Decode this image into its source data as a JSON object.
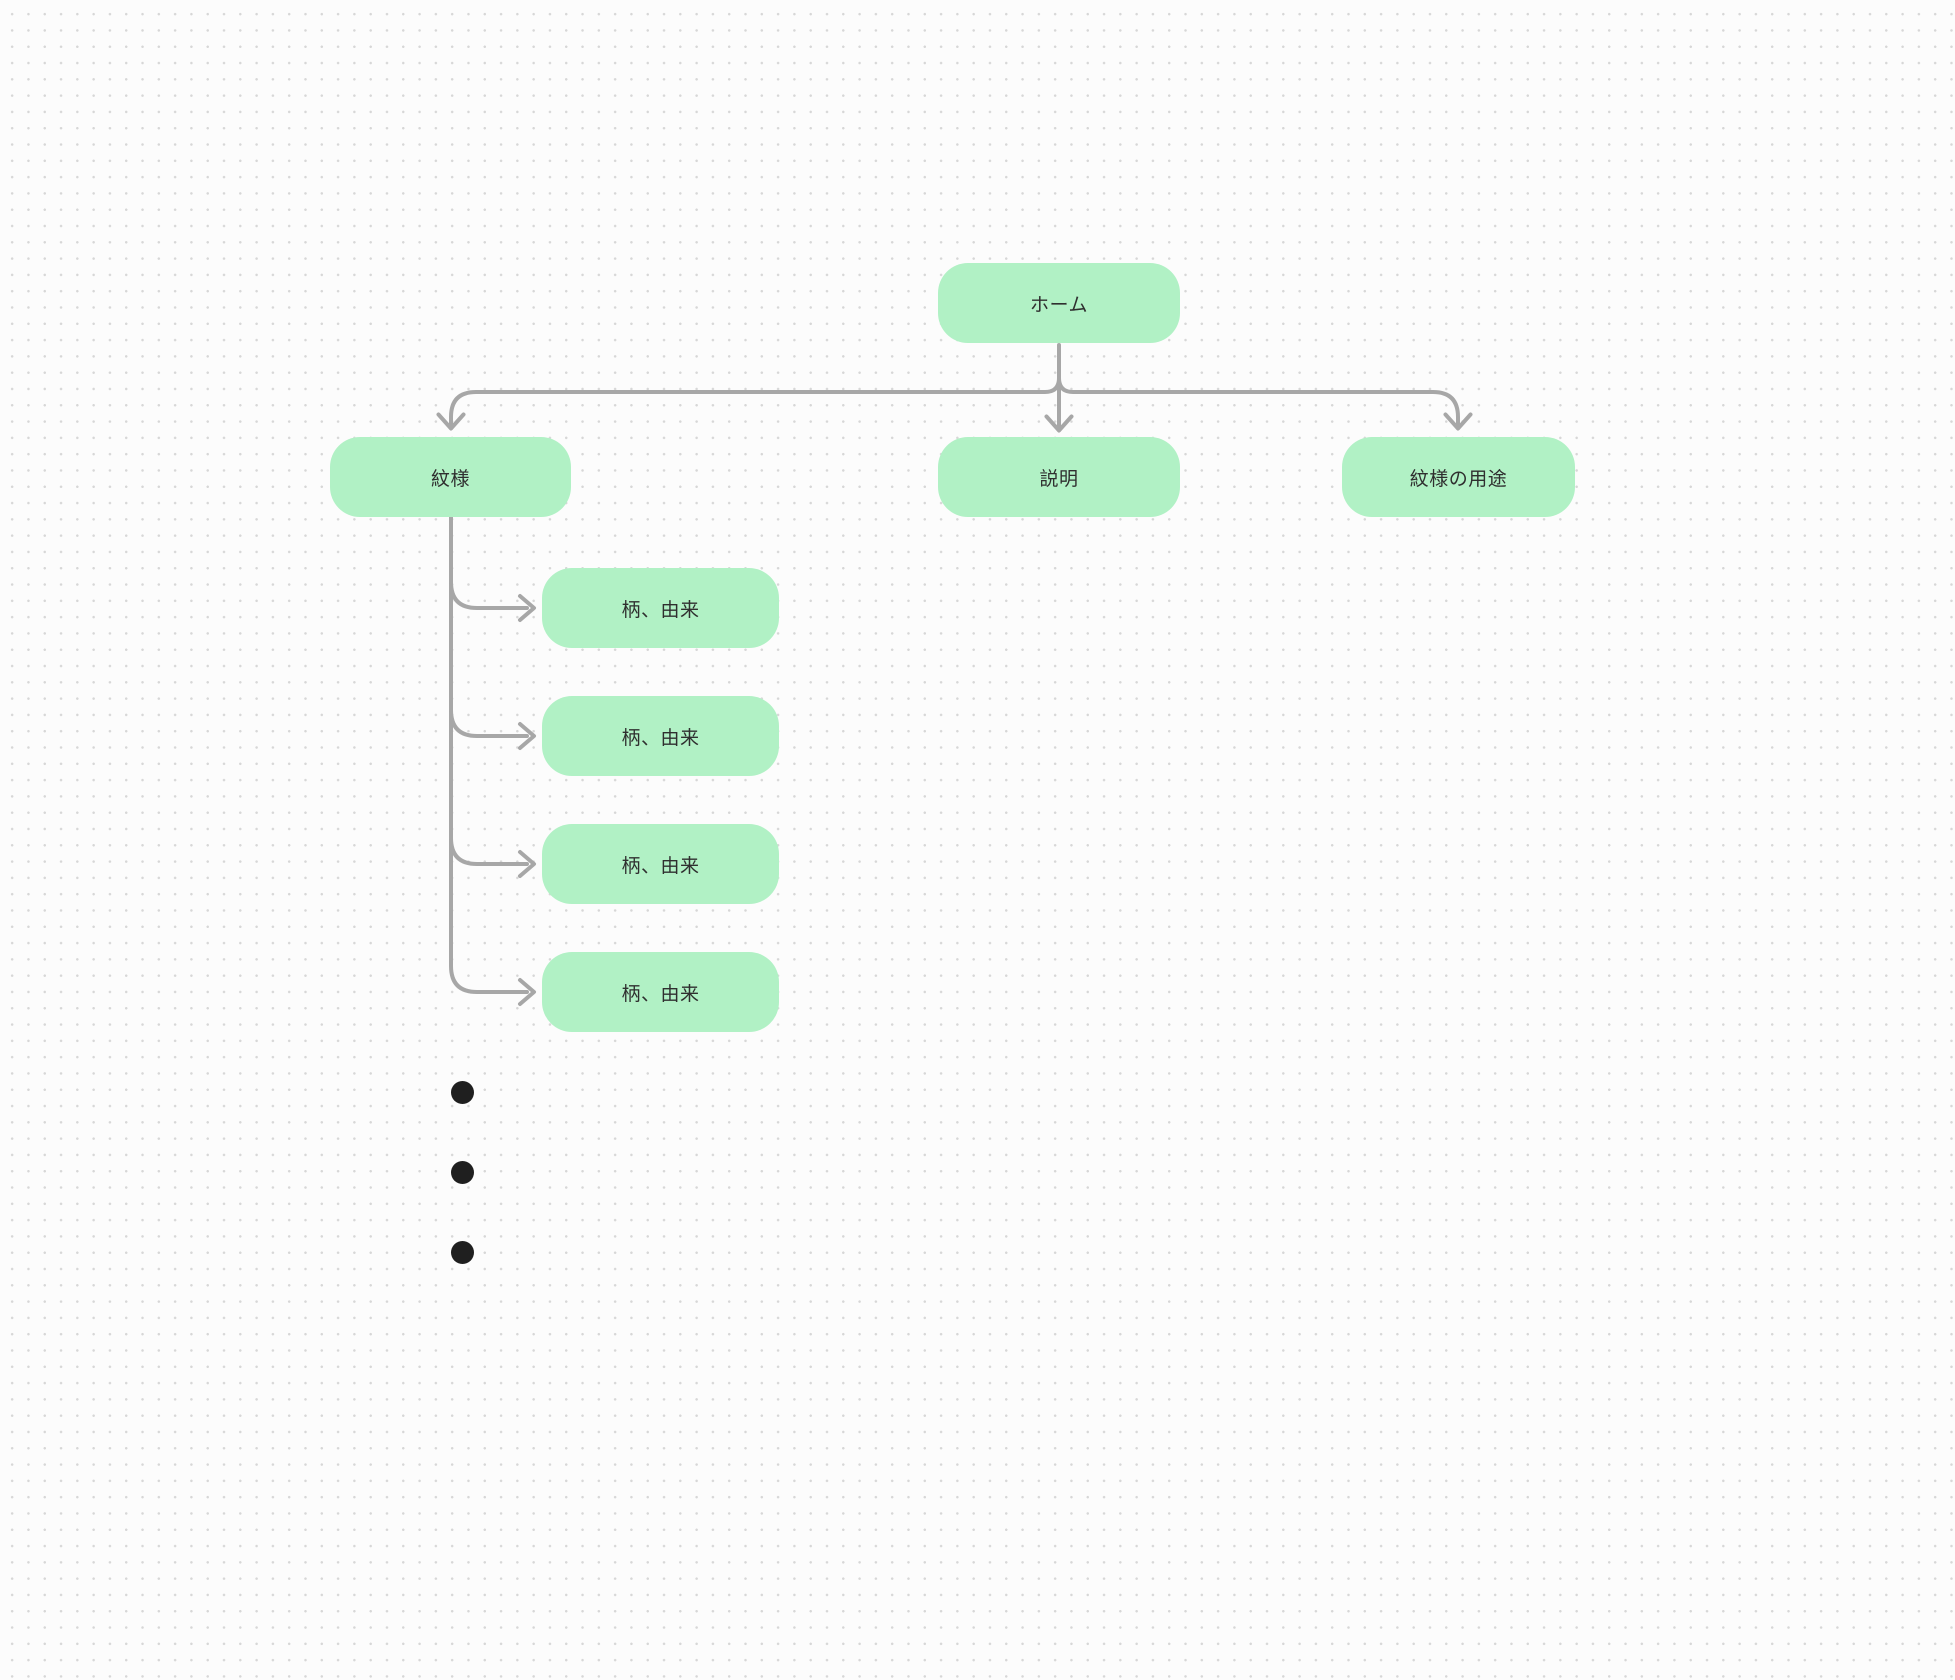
{
  "diagram": {
    "type": "sitemap-flowchart",
    "nodes": {
      "home": {
        "label": "ホーム"
      },
      "pattern": {
        "label": "紋様"
      },
      "description": {
        "label": "説明"
      },
      "pattern_usage": {
        "label": "紋様の用途"
      },
      "pattern_children": [
        {
          "label": "柄、由来"
        },
        {
          "label": "柄、由来"
        },
        {
          "label": "柄、由来"
        },
        {
          "label": "柄、由来"
        }
      ]
    },
    "ellipsis_dots_count": 3,
    "colors": {
      "canvas_background": "#fcfcfc",
      "grid_dot": "#d7d7d7",
      "node_fill": "#b1f1c5",
      "node_text": "#2f2f2f",
      "connector": "#a7a7a7",
      "ellipsis_dot": "#1f1f1f"
    }
  }
}
